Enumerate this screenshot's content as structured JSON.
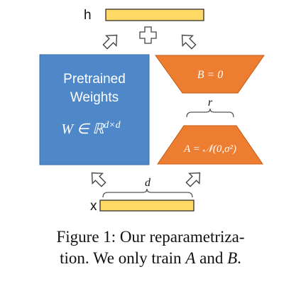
{
  "diagram": {
    "output_label": "h",
    "input_label": "x",
    "plus_symbol": "+",
    "pretrained_box": {
      "line1": "Pretrained",
      "line2": "Weights",
      "formula": "W ∈ ℝ",
      "formula_superscript": "d×d"
    },
    "matrix_b": {
      "label": "B = 0"
    },
    "matrix_a": {
      "label": "A = 𝒩(0,σ²)"
    },
    "rank_label": "r",
    "dim_label": "d",
    "colors": {
      "pretrained": "#4f88c8",
      "lora": "#ed7d31",
      "vector_bar": "#ffd966",
      "stroke": "#333333"
    }
  },
  "caption": {
    "line1": "Figure 1: Our reparametriza-",
    "line2_prefix": "tion. We only train ",
    "var_a": "A",
    "line2_and": " and ",
    "var_b": "B",
    "line2_end": "."
  }
}
